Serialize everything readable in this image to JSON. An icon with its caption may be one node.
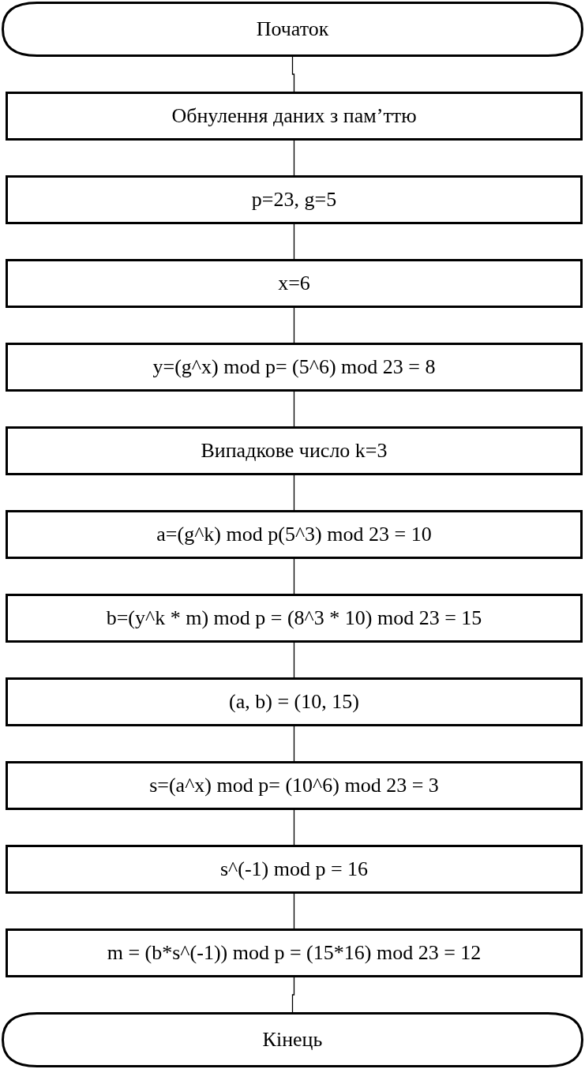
{
  "diagram": {
    "nodes": [
      {
        "text": [
          "Початок"
        ]
      },
      {
        "text": [
          "Обнулення даних з пам’ттю"
        ]
      },
      {
        "text": [
          "p=23, g=5"
        ]
      },
      {
        "text": [
          "x=6"
        ]
      },
      {
        "text": [
          "y=(g^x) mod p= (5^6) mod 23 = 8"
        ]
      },
      {
        "text": [
          "Випадкове число k=3"
        ]
      },
      {
        "text": [
          "a=(g^k) mod p(5^3) mod 23 = 10"
        ]
      },
      {
        "text": [
          "b=(y^k * m) mod p = (8^3 * 10) mod 23 = 15"
        ]
      },
      {
        "text": [
          "(a, b) = (10, 15)"
        ]
      },
      {
        "text": [
          "s=(a^x) mod p= (10^6) mod 23 = 3"
        ]
      },
      {
        "text": [
          "s^(-1) mod p = 16"
        ]
      },
      {
        "text": [
          "m = (b*s^(-1)) mod p = (15*16) mod 23 = 12"
        ]
      },
      {
        "text": [
          "Кінець"
        ]
      }
    ],
    "edges": [
      {
        "from": 0,
        "to": 1,
        "arrow": "none"
      },
      {
        "from": 1,
        "to": 2,
        "arrow": "none"
      },
      {
        "from": 2,
        "to": 3,
        "arrow": "none"
      },
      {
        "from": 3,
        "to": 4,
        "arrow": "none"
      },
      {
        "from": 4,
        "to": 5,
        "arrow": "none"
      },
      {
        "from": 5,
        "to": 6,
        "arrow": "none"
      },
      {
        "from": 6,
        "to": 7,
        "arrow": "none"
      },
      {
        "from": 7,
        "to": 8,
        "arrow": "none"
      },
      {
        "from": 8,
        "to": 9,
        "arrow": "none"
      },
      {
        "from": 9,
        "to": 10,
        "arrow": "none"
      },
      {
        "from": 10,
        "to": 11,
        "arrow": "none"
      },
      {
        "from": 11,
        "to": 12,
        "arrow": "none"
      }
    ]
  }
}
